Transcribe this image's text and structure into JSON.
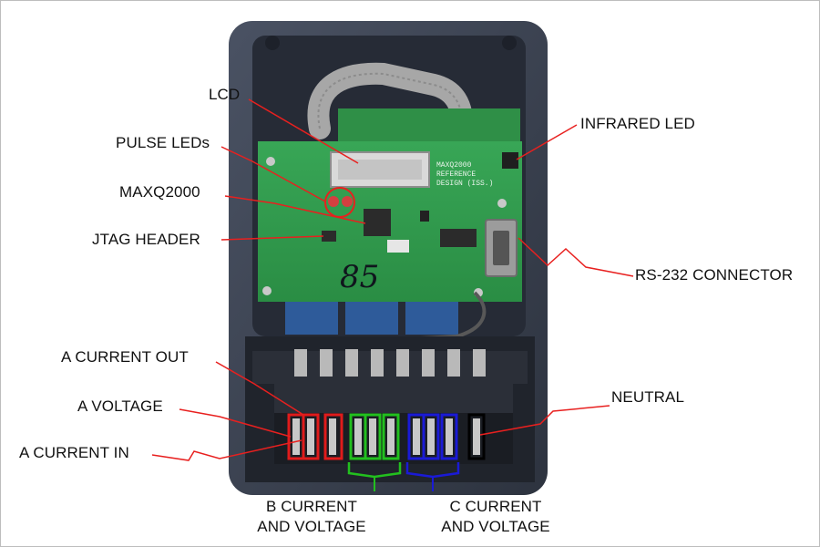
{
  "labels": {
    "lcd": "LCD",
    "pulse_leds": "PULSE LEDs",
    "maxq2000": "MAXQ2000",
    "jtag_header": "JTAG HEADER",
    "infrared_led": "INFRARED LED",
    "rs232_connector": "RS-232 CONNECTOR",
    "a_current_out": "A CURRENT OUT",
    "a_voltage": "A VOLTAGE",
    "a_current_in": "A CURRENT IN",
    "neutral": "NEUTRAL",
    "b_current_line1": "B CURRENT",
    "b_current_line2": "AND VOLTAGE",
    "c_current_line1": "C CURRENT",
    "c_current_line2": "AND VOLTAGE"
  },
  "board": {
    "pcb_text_lines": [
      "MAXQ2000",
      "REFERENCE",
      "DESIGN (ISS.)"
    ],
    "handwritten": "85"
  },
  "colors": {
    "arrow": "#e8201f",
    "a_group": "#e01b1b",
    "b_group": "#22c01e",
    "c_group": "#1a1ad6",
    "neutral_group": "#000000",
    "pcb": "#2e9b48",
    "enclosure": "#3f4654"
  }
}
